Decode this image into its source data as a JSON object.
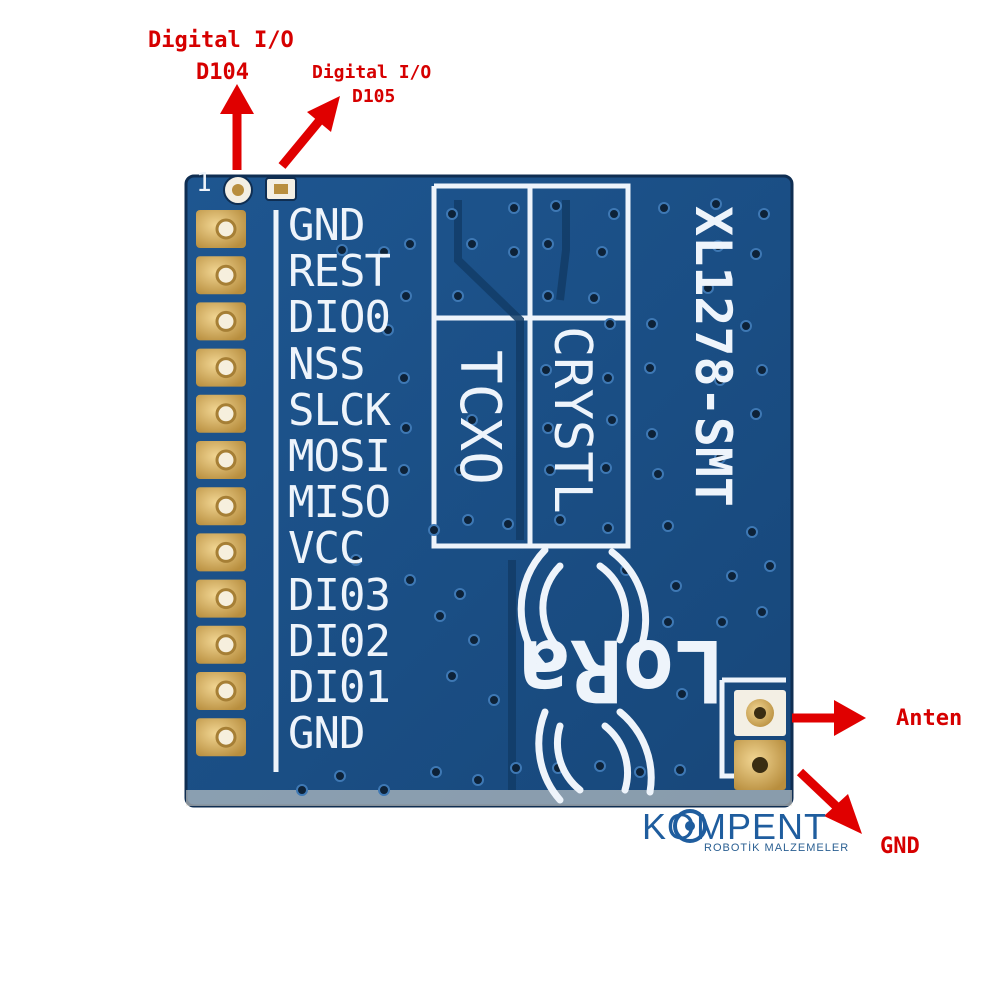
{
  "callouts": {
    "dio4_title": "Digital I/O",
    "dio4_pin": "D104",
    "dio5_title": "Digital I/O",
    "dio5_pin": "D105",
    "antenna": "Anten",
    "ground": "GND"
  },
  "board": {
    "pin_labels": [
      "GND",
      "REST",
      "DIO0",
      "NSS",
      "SLCK",
      "MOSI",
      "MISO",
      "VCC",
      "DI03",
      "DI02",
      "DI01",
      "GND"
    ],
    "model": "XL1278-SMT",
    "tcxo_label": "TCXO",
    "crystal_label": "CRYSTL",
    "logo_text": "LoRa",
    "pin1_mark": "1"
  },
  "watermark": {
    "brand": "KOMPENT",
    "tagline": "ROBOTİK MALZEMELER"
  },
  "colors": {
    "pcb_blue": "#1b4f86",
    "silkscreen": "#eef4fb",
    "gold_pad": "#d9b46a",
    "callout_red": "#d60000",
    "brand_blue": "#1f5d9e"
  }
}
